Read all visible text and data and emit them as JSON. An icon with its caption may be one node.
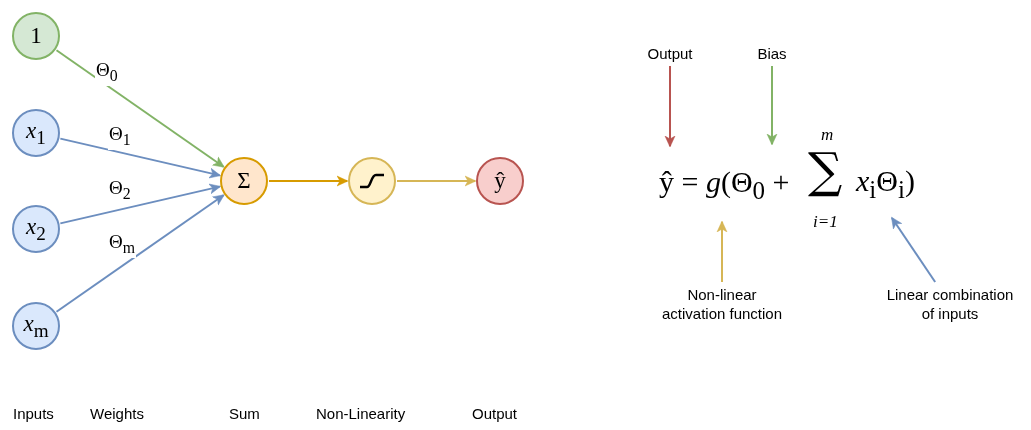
{
  "diagram": {
    "nodes": [
      {
        "text": [
          "1"
        ]
      },
      {
        "text": [
          "*x*$_{1}$"
        ]
      },
      {
        "text": [
          "*x*$_{2}$"
        ]
      },
      {
        "text": [
          "*x*$_{m}$"
        ]
      },
      {
        "text": [
          "Σ"
        ]
      },
      {
        "text": [],
        "shape": "circle"
      },
      {
        "text": [
          "ŷ"
        ]
      },
      {
        "text": [
          "Output"
        ]
      },
      {
        "text": [
          "Bias"
        ]
      },
      {
        "text": [
          "Non-linear activation function"
        ]
      },
      {
        "text": [
          "Linear combination of inputs"
        ]
      }
    ],
    "edges": [
      {
        "from": 0,
        "to": 4,
        "arrow": "to",
        "label": "Θ$_{0}$",
        "color": "#82b366"
      },
      {
        "from": 1,
        "to": 4,
        "arrow": "to",
        "label": "Θ$_{1}$"
      },
      {
        "from": 2,
        "to": 4,
        "arrow": "to",
        "label": "Θ$_{2}$"
      },
      {
        "from": 3,
        "to": 4,
        "arrow": "to",
        "label": "Θ$_{m}$"
      },
      {
        "from": 4,
        "to": 5,
        "arrow": "to",
        "color": "#d79b00"
      },
      {
        "from": 5,
        "to": 6,
        "arrow": "to",
        "color": "#d6b656"
      },
      {
        "from": 7,
        "to": null,
        "arrow": "to",
        "color": "#b85450"
      },
      {
        "from": 8,
        "to": null,
        "arrow": "to",
        "color": "#82b366"
      },
      {
        "from": 9,
        "to": null,
        "arrow": "to",
        "color": "#d6b656"
      },
      {
        "from": 10,
        "to": null,
        "arrow": "to"
      }
    ],
    "labels": [
      "Inputs",
      "Weights",
      "Sum",
      "Non-Linearity",
      "Output",
      "ŷ = *g*(Θ$_{0}$ +",
      "m",
      "∑",
      "i=1",
      "*x*$_{i}$Θ$_{i}$)"
    ]
  }
}
